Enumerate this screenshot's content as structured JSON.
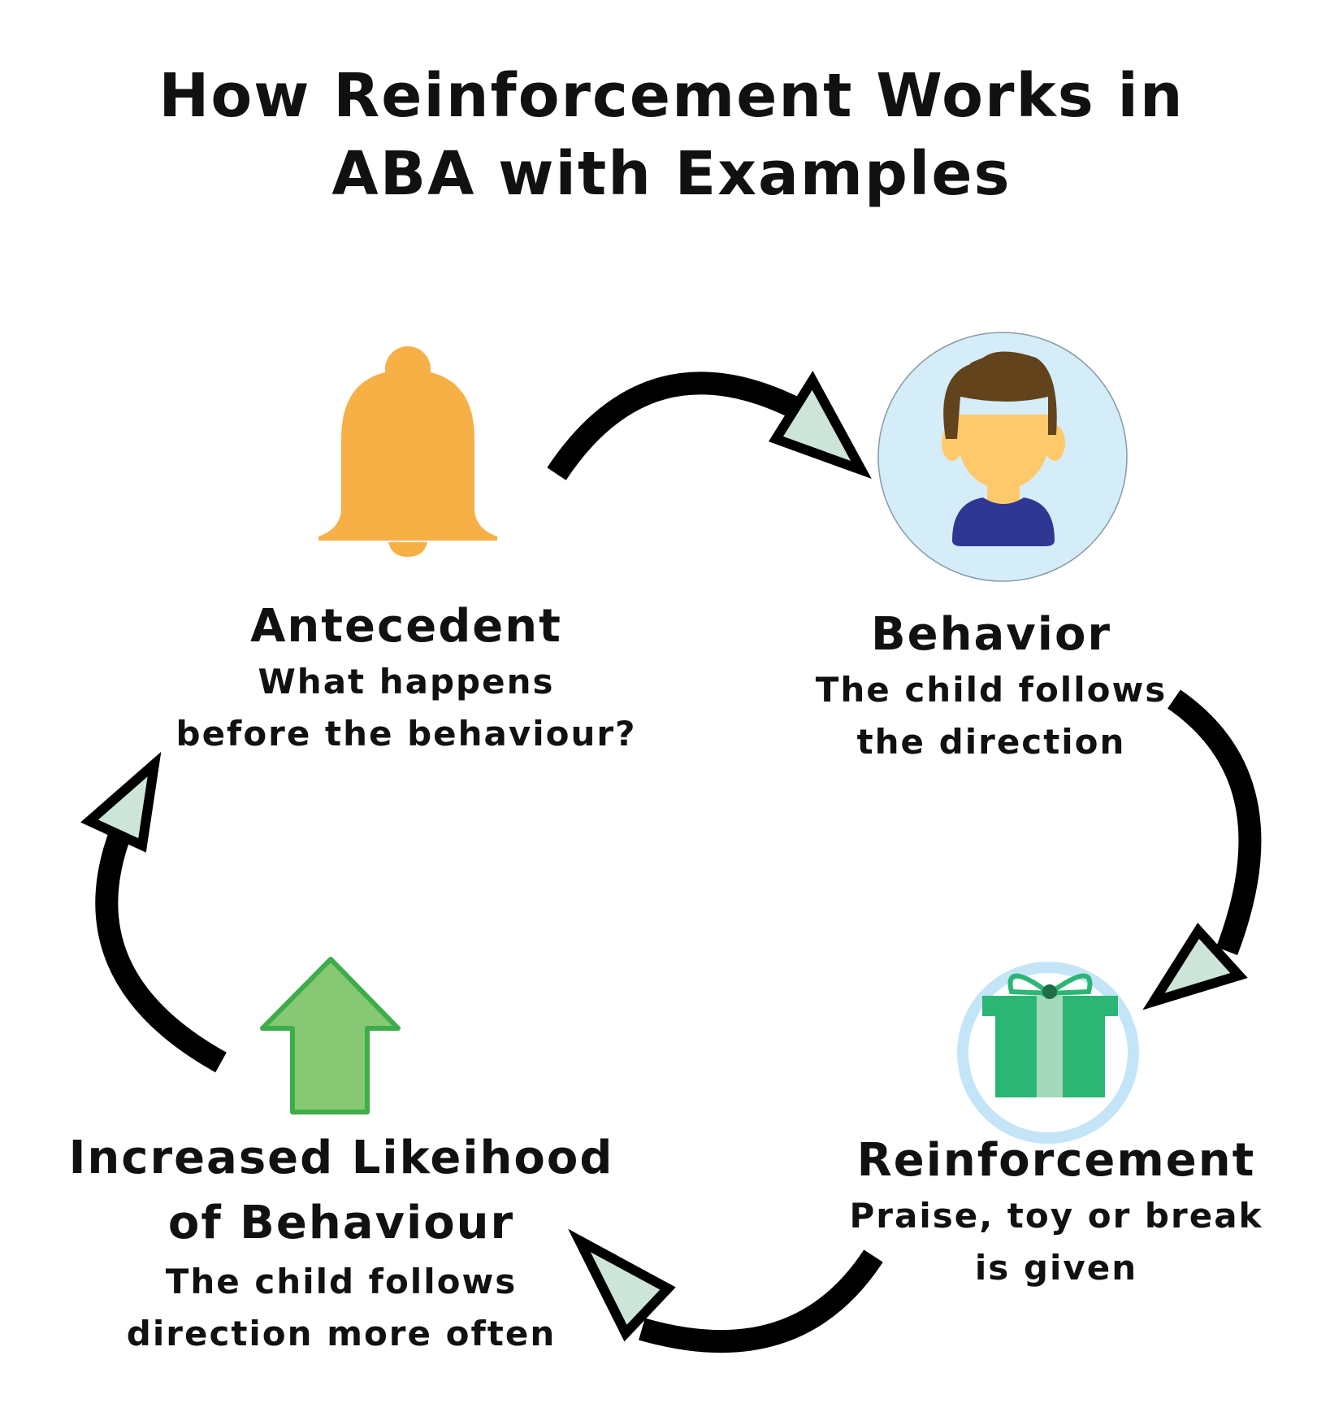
{
  "title": {
    "line1": "How Reinforcement Works in",
    "line2": "ABA with Examples"
  },
  "steps": [
    {
      "heading": "Antecedent",
      "description_lines": [
        "What happens",
        "before the behaviour?"
      ],
      "icon": "bell-icon"
    },
    {
      "heading": "Behavior",
      "description_lines": [
        "The child follows",
        "the direction"
      ],
      "icon": "child-icon"
    },
    {
      "heading": "Reinforcement",
      "description_lines": [
        "Praise, toy or break",
        "is given"
      ],
      "icon": "gift-icon"
    },
    {
      "heading_lines": [
        "Increased Likeihood",
        "of Behaviour"
      ],
      "description_lines": [
        "The child follows",
        "direction more often"
      ],
      "icon": "up-arrow-icon"
    }
  ],
  "colors": {
    "bell": "#f7b046",
    "avatar_bg": "#d4edf8",
    "hair": "#62431b",
    "face": "#fdc96b",
    "shirt": "#303793",
    "gift": "#2cb675",
    "gift_ribbon": "#a6d8bb",
    "gift_ring": "#c4e5f7",
    "up_arrow": "#86c873",
    "up_arrow_border": "#3dad4a",
    "cycle_arrow": "#000000",
    "arrow_head": "#cde5d8"
  }
}
